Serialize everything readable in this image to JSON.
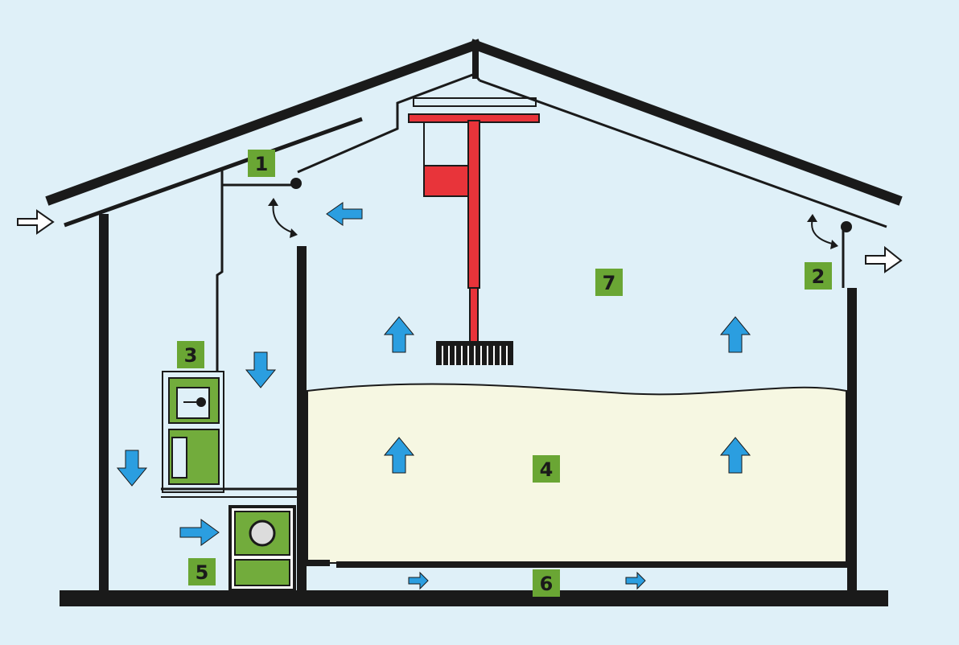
{
  "labels": {
    "l1": "1",
    "l2": "2",
    "l3": "3",
    "l4": "4",
    "l5": "5",
    "l6": "6",
    "l7": "7"
  },
  "colors": {
    "background": "#dff0f8",
    "structure": "#1a1a1a",
    "label_box": "#6aa634",
    "label_text": "#1a1a1a",
    "airflow_arrow": "#2b9ee0",
    "grain": "#f6f7e2",
    "crane": "#e8343a",
    "unit_green": "#72ac3c",
    "outline_arrow": "#ffffff"
  },
  "icons": {
    "flap_1": "curved-double-arrow-icon",
    "flap_2": "curved-double-arrow-icon",
    "inlet": "outline-arrow-right-icon",
    "outlet": "outline-arrow-right-icon",
    "fan": "fan-icon",
    "air": "airflow-arrow-icon"
  }
}
